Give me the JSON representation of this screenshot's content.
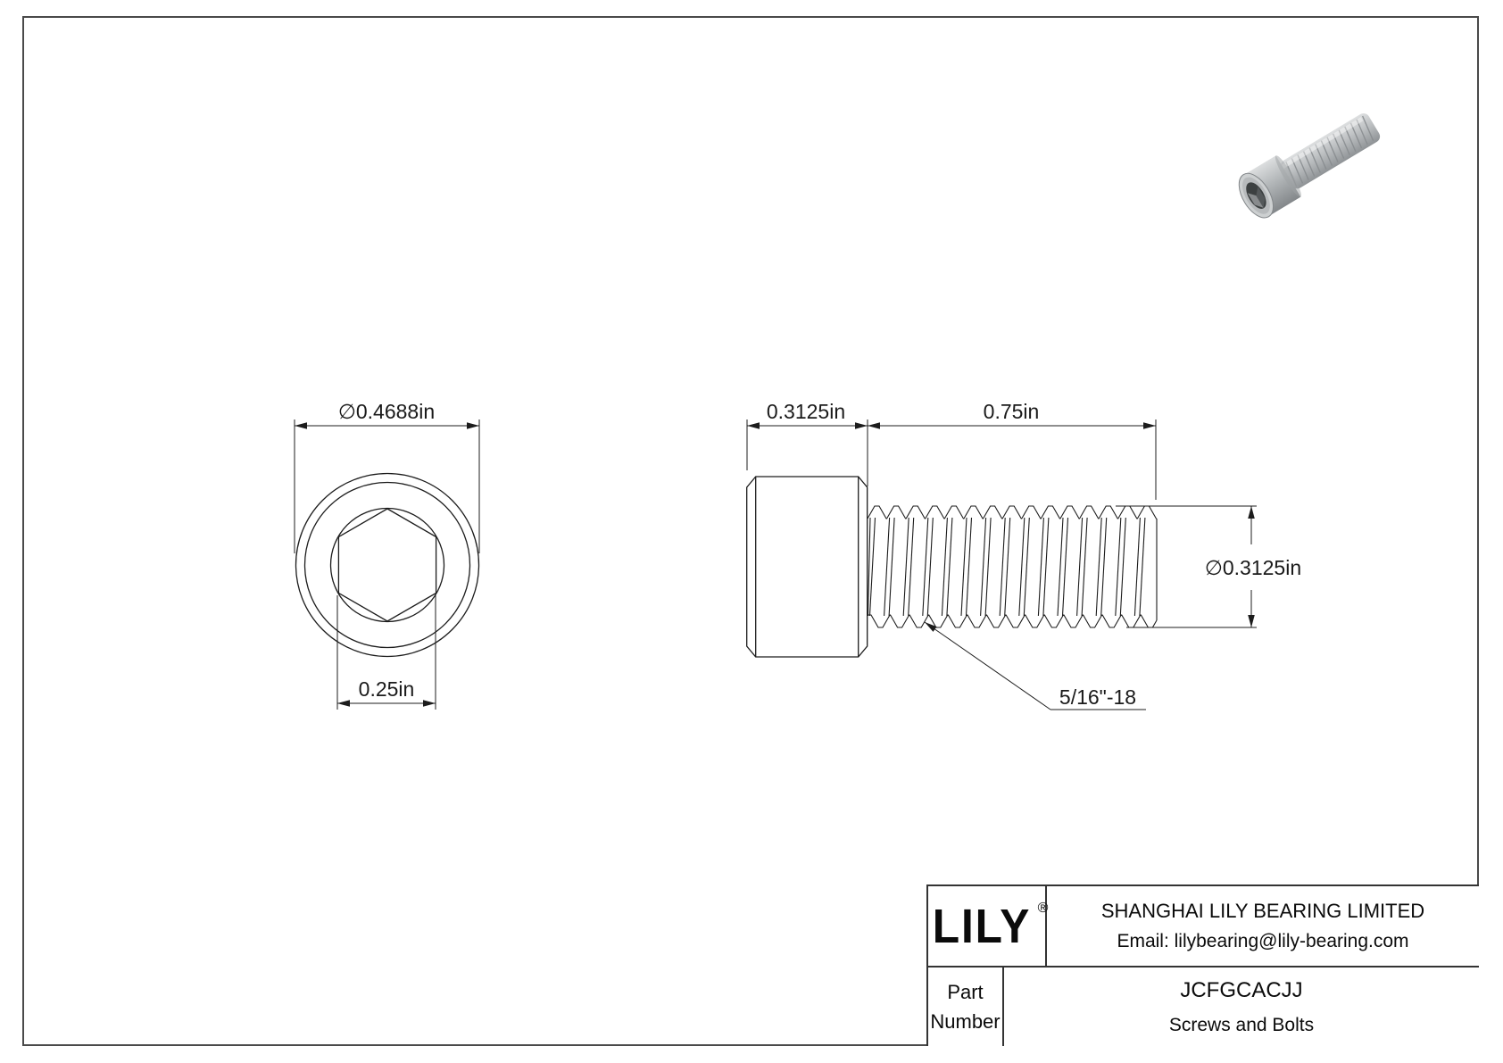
{
  "page": {
    "background": "#ffffff",
    "line_color": "#1c1c1c",
    "frame_color": "#4a4a4a"
  },
  "views": {
    "front": {
      "outer_dia_label": "∅0.4688in",
      "socket_width_label": "0.25in"
    },
    "side": {
      "head_length_label": "0.3125in",
      "thread_length_label": "0.75in",
      "thread_dia_label": "∅0.3125in",
      "thread_spec_label": "5/16\"-18"
    }
  },
  "render_3d": {
    "subject": "socket-head-cap-screw",
    "body_color": "#b9bcbe",
    "highlight_color": "#d8dadb",
    "shadow_color": "#85898c",
    "socket_color": "#3c4041"
  },
  "title_block": {
    "logo_text": "LILY",
    "registered_mark": "®",
    "company_name": "SHANGHAI LILY BEARING LIMITED",
    "company_email": "Email: lilybearing@lily-bearing.com",
    "part_label": [
      "Part",
      "Number"
    ],
    "part_number": "JCFGCACJJ",
    "part_category": "Screws and Bolts"
  }
}
